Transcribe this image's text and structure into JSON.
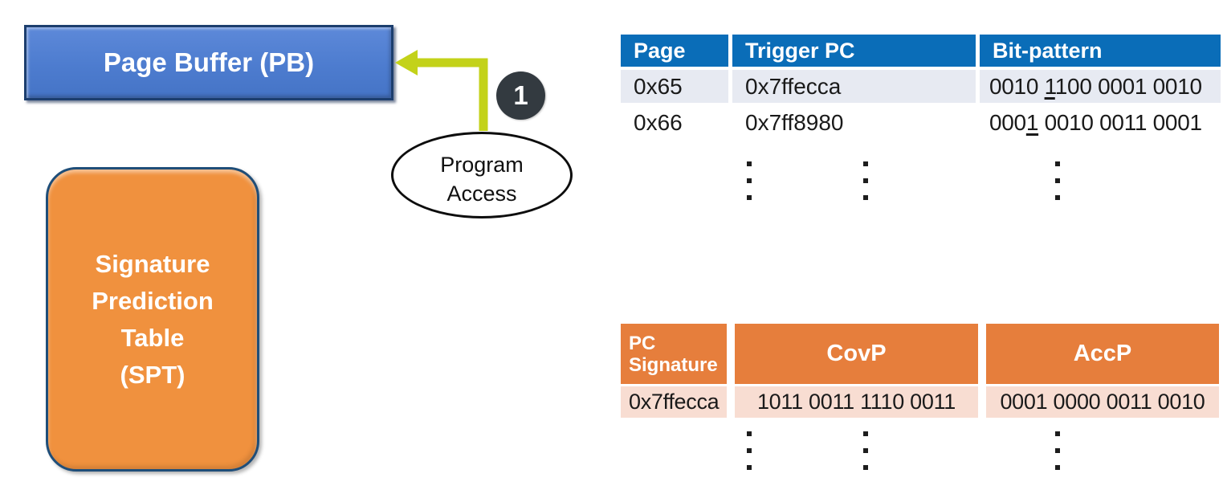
{
  "diagram": {
    "page_buffer_label": "Page Buffer (PB)",
    "spt_lines": [
      "Signature",
      "Prediction",
      "Table",
      "(SPT)"
    ],
    "program_access": {
      "line1": "Program",
      "line2": "Access"
    },
    "step_badge": "1"
  },
  "trigger_table": {
    "headers": [
      "Page",
      "Trigger PC",
      "Bit-pattern"
    ],
    "rows": [
      {
        "page": "0x65",
        "trigger_pc": "0x7ffecca",
        "bit_pattern_pre": "0010 ",
        "bit_pattern_underlined": "1",
        "bit_pattern_post": "100 0001 0010"
      },
      {
        "page": "0x66",
        "trigger_pc": "0x7ff8980",
        "bit_pattern_pre": "000",
        "bit_pattern_underlined": "1",
        "bit_pattern_post": " 0010 0011 0001"
      }
    ]
  },
  "spt_table": {
    "headers": [
      "PC\nSignature",
      "CovP",
      "AccP"
    ],
    "rows": [
      {
        "pc_signature": "0x7ffecca",
        "covp": "1011 0011 1110 0011",
        "accp": "0001 0000 0011 0010"
      }
    ]
  },
  "icons": {
    "arrow": "elbow-arrow-left",
    "vertical_ellipsis": "more-rows-dots"
  },
  "colors": {
    "trigger_header_bg": "#0a6db8",
    "trigger_row_odd_bg": "#ccd3e3",
    "trigger_row_even_bg": "#e7eaf2",
    "spt_header_bg": "#e67e3c",
    "spt_row_bg": "#f8ddd2",
    "page_buffer_fill": "#4d7ccf",
    "page_buffer_border": "#1c3e6e",
    "spt_box_fill": "#f0913e",
    "spt_box_border": "#1f4e79",
    "arrow": "#c3d219",
    "badge_bg": "#333a40",
    "cell_text": "#1a1a1a"
  }
}
